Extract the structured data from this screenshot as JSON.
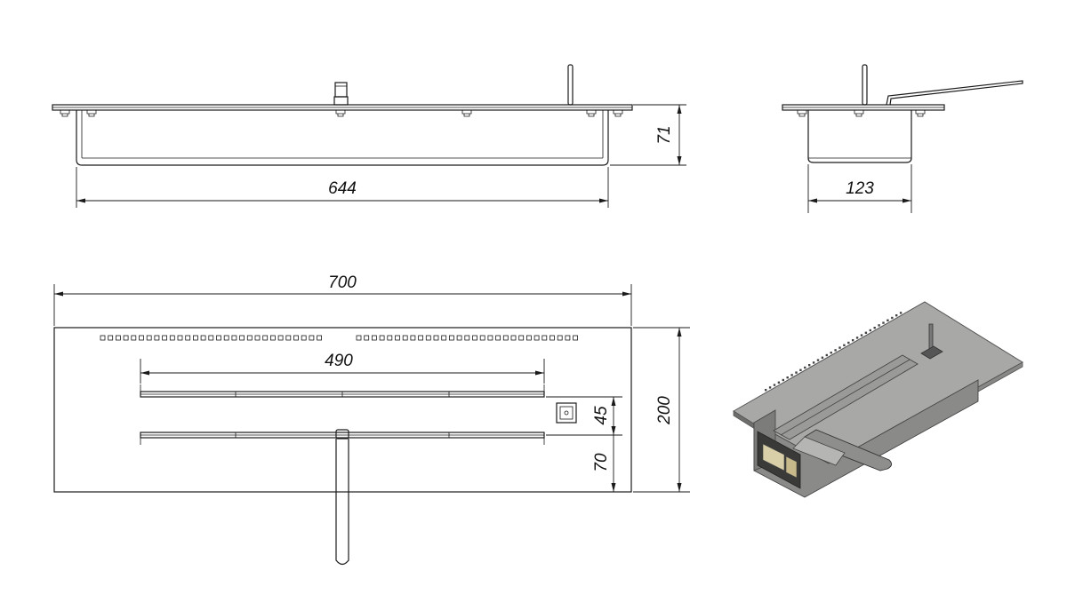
{
  "dimensions": {
    "front_length": "644",
    "front_height": "71",
    "side_depth": "123",
    "top_total_length": "700",
    "top_slot_length": "490",
    "top_slot_width": "45",
    "top_offset": "70",
    "top_total_width": "200"
  }
}
